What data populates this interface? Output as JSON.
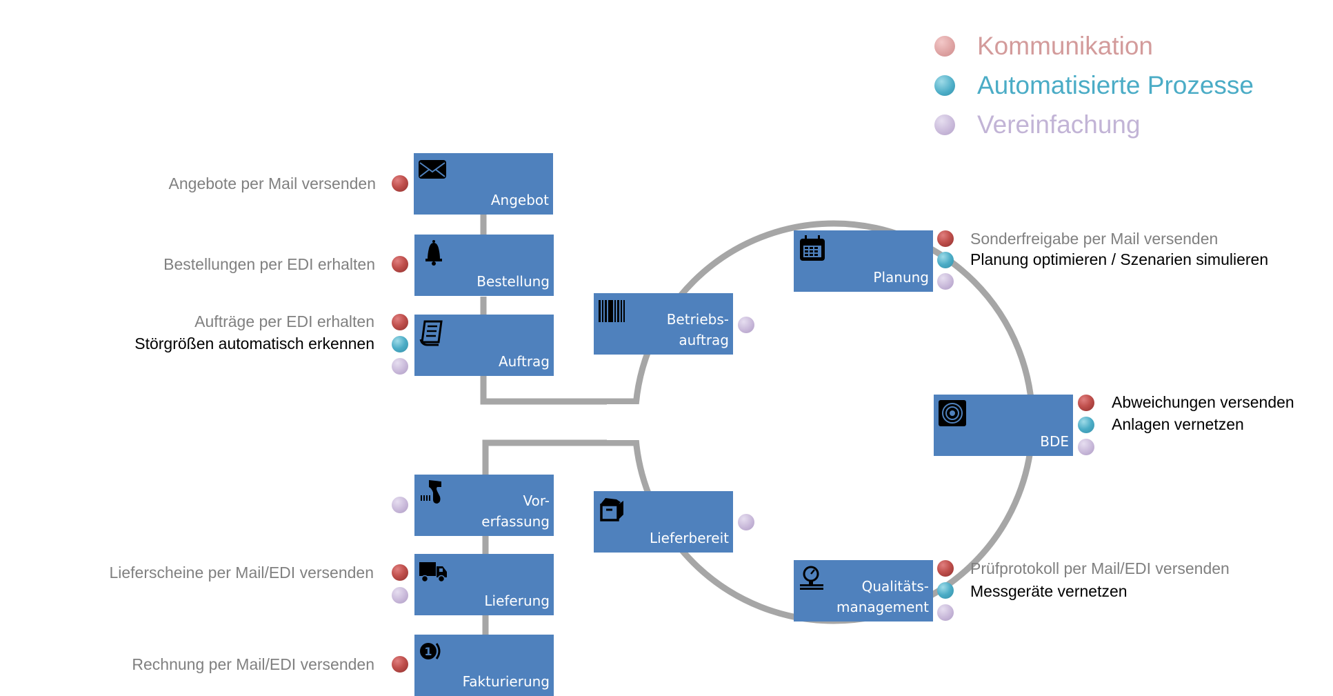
{
  "legend": [
    {
      "key": "k",
      "label": "Kommunikation",
      "color": "#d39b9b"
    },
    {
      "key": "a",
      "label": "Automatisierte Prozesse",
      "color": "#4bacc6"
    },
    {
      "key": "v",
      "label": "Vereinfachung",
      "color": "#c2b4d6"
    }
  ],
  "colors": {
    "box": "#4f81bd",
    "connector": "#a6a6a6",
    "kommunikation_dot": "#c0504d",
    "automatisierung_dot": "#4bacc6",
    "vereinfachung_dot": "#c8b8d9"
  },
  "left_chain_top": {
    "angebot": {
      "label": "Angebot",
      "icon": "envelope-icon",
      "notes": [
        {
          "text": "Angebote per Mail versenden",
          "type": "k"
        }
      ]
    },
    "bestellung": {
      "label": "Bestellung",
      "icon": "bell-icon",
      "notes": [
        {
          "text": "Bestellungen per EDI erhalten",
          "type": "k"
        }
      ]
    },
    "auftrag": {
      "label": "Auftrag",
      "icon": "document-list-icon",
      "notes": [
        {
          "text": "Aufträge per EDI erhalten",
          "type": "k"
        },
        {
          "text": "Störgrößen automatisch erkennen",
          "type": "a"
        },
        {
          "text": "",
          "type": "v"
        }
      ]
    }
  },
  "left_chain_bottom": {
    "vorerfassung": {
      "label": "Vor-\nerfassung",
      "icon": "barcode-scanner-icon",
      "notes": [
        {
          "text": "",
          "type": "v"
        }
      ]
    },
    "lieferung": {
      "label": "Lieferung",
      "icon": "truck-icon",
      "notes": [
        {
          "text": "Lieferscheine per Mail/EDI versenden",
          "type": "k"
        },
        {
          "text": "",
          "type": "v"
        }
      ]
    },
    "fakturierung": {
      "label": "Fakturierung",
      "icon": "coin-icon",
      "notes": [
        {
          "text": "Rechnung per Mail/EDI versenden",
          "type": "k"
        }
      ]
    }
  },
  "cycle": {
    "betriebsauftrag": {
      "label": "Betriebs-\nauftrag",
      "icon": "barcode-icon",
      "notes": [
        {
          "text": "",
          "type": "v"
        }
      ]
    },
    "planung": {
      "label": "Planung",
      "icon": "calendar-icon",
      "notes": [
        {
          "text": "Sonderfreigabe per Mail versenden",
          "type": "k"
        },
        {
          "text": "Planung optimieren / Szenarien simulieren",
          "type": "a"
        },
        {
          "text": "",
          "type": "v"
        }
      ]
    },
    "bde": {
      "label": "BDE",
      "icon": "target-signal-icon",
      "notes": [
        {
          "text": "Abweichungen versenden",
          "type": "k"
        },
        {
          "text": "Anlagen vernetzen",
          "type": "a"
        },
        {
          "text": "",
          "type": "v"
        }
      ]
    },
    "qualitaet": {
      "label": "Qualitäts-\nmanagement",
      "icon": "gauge-icon",
      "notes": [
        {
          "text": "Prüfprotokoll per Mail/EDI versenden",
          "type": "k"
        },
        {
          "text": "Messgeräte vernetzen",
          "type": "a"
        },
        {
          "text": "",
          "type": "v"
        }
      ]
    },
    "lieferbereit": {
      "label": "Lieferbereit",
      "icon": "box-icon",
      "notes": [
        {
          "text": "",
          "type": "v"
        }
      ]
    }
  }
}
